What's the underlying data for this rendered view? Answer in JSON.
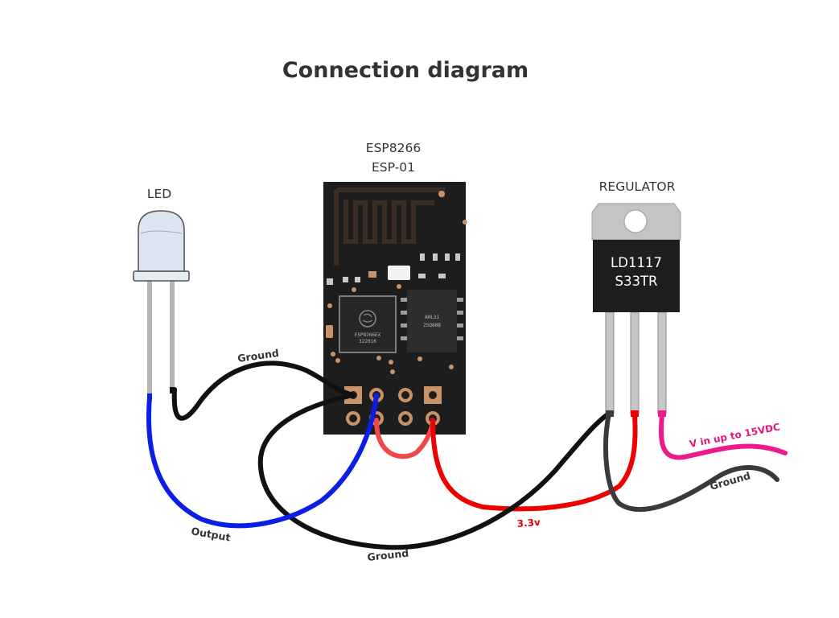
{
  "title": "Connection diagram",
  "components": {
    "led": {
      "label": "LED"
    },
    "esp": {
      "label_line1": "ESP8266",
      "label_line2": "ESP-01"
    },
    "regulator": {
      "label": "REGULATOR",
      "part_line1": "LD1117",
      "part_line2": "S33TR"
    }
  },
  "wires": {
    "ground_led": "Ground",
    "output": "Output",
    "ground_main": "Ground",
    "supply_3v3": "3.3v",
    "vin": "V in up to 15VDC",
    "ground_in": "Ground"
  },
  "colors": {
    "ground_wire": "#111111",
    "output_wire": "#0a1ee6",
    "supply_wire": "#ee0000",
    "short_red_wire": "#f04848",
    "vin_wire": "#ec1a8c",
    "ground_in_wire": "#3a3a3a",
    "board": "#1d1d1d",
    "gold": "#c9936a"
  }
}
